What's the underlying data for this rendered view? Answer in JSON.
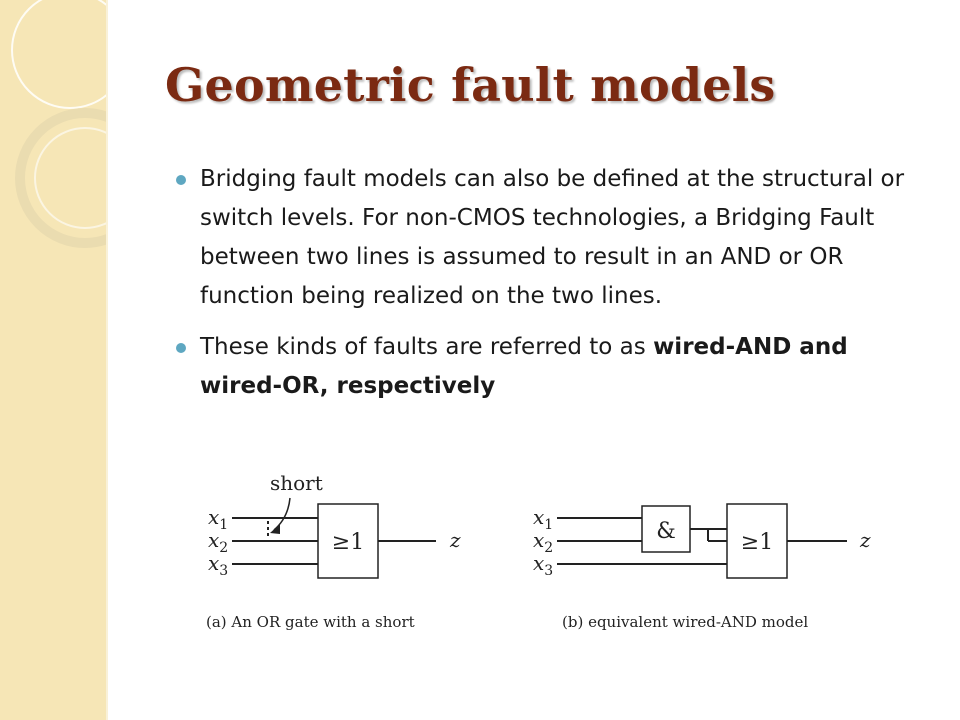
{
  "slide": {
    "title": "Geometric fault models",
    "bullets": [
      {
        "text": "Bridging fault models can also be defined at the structural or switch levels. For non-CMOS technologies, a Bridging Fault between two lines is assumed to result in an AND or OR function being realized on the two lines."
      },
      {
        "text_plain": "These kinds of faults are referred to as ",
        "text_bold": "wired-AND and wired-OR, respectively"
      }
    ]
  },
  "figure": {
    "panel_a": {
      "short_label": "short",
      "inputs": [
        "x",
        "x",
        "x"
      ],
      "input_subscripts": [
        "1",
        "2",
        "3"
      ],
      "gate_label": "≥1",
      "output_label": "z",
      "caption": "(a) An OR gate with a short"
    },
    "panel_b": {
      "inputs": [
        "x",
        "x",
        "x"
      ],
      "input_subscripts": [
        "1",
        "2",
        "3"
      ],
      "and_gate_label": "&",
      "or_gate_label": "≥1",
      "output_label": "z",
      "caption": "(b) equivalent wired-AND model"
    }
  },
  "colors": {
    "title": "#7b2a12",
    "bullet": "#5ea7c1",
    "sidebar": "#f6e6b6"
  }
}
